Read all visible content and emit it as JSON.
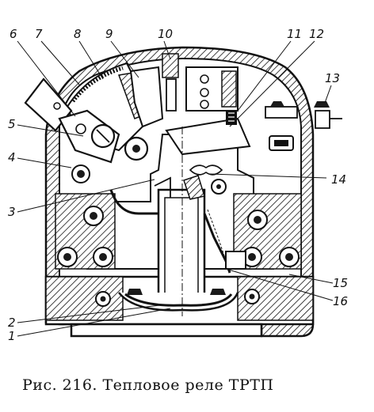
{
  "caption": "Рис. 216. Тепловое реле ТРТП",
  "callouts": [
    "1",
    "2",
    "3",
    "4",
    "5",
    "6",
    "7",
    "8",
    "9",
    "10",
    "11",
    "12",
    "13",
    "14",
    "15",
    "16"
  ]
}
